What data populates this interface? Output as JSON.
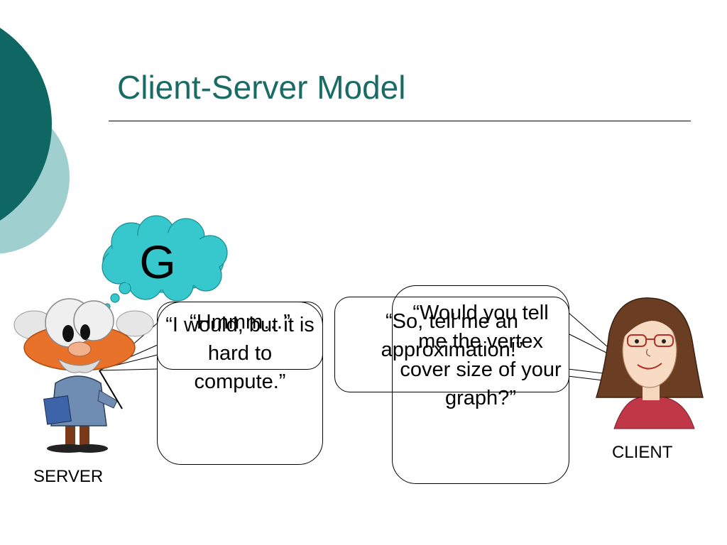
{
  "slide": {
    "title": "Client-Server Model"
  },
  "thought": {
    "letter": "G"
  },
  "bubbles": {
    "hmmm": "“Hmmm…”",
    "i_would": "“I would, but it is hard to compute.”",
    "so_tell": "“So, tell me an approximation!”",
    "would_you": "“Would you tell me the vertex cover size of your graph?”"
  },
  "labels": {
    "server": "SERVER",
    "client": "CLIENT"
  },
  "colors": {
    "teal_dark": "#0e6763",
    "teal_light": "#9fd0cf",
    "title": "#1a6b66",
    "thought_cloud": "#36c8cc"
  },
  "icons": {
    "server": "professor-cartoon-icon",
    "client": "woman-cartoon-icon"
  }
}
